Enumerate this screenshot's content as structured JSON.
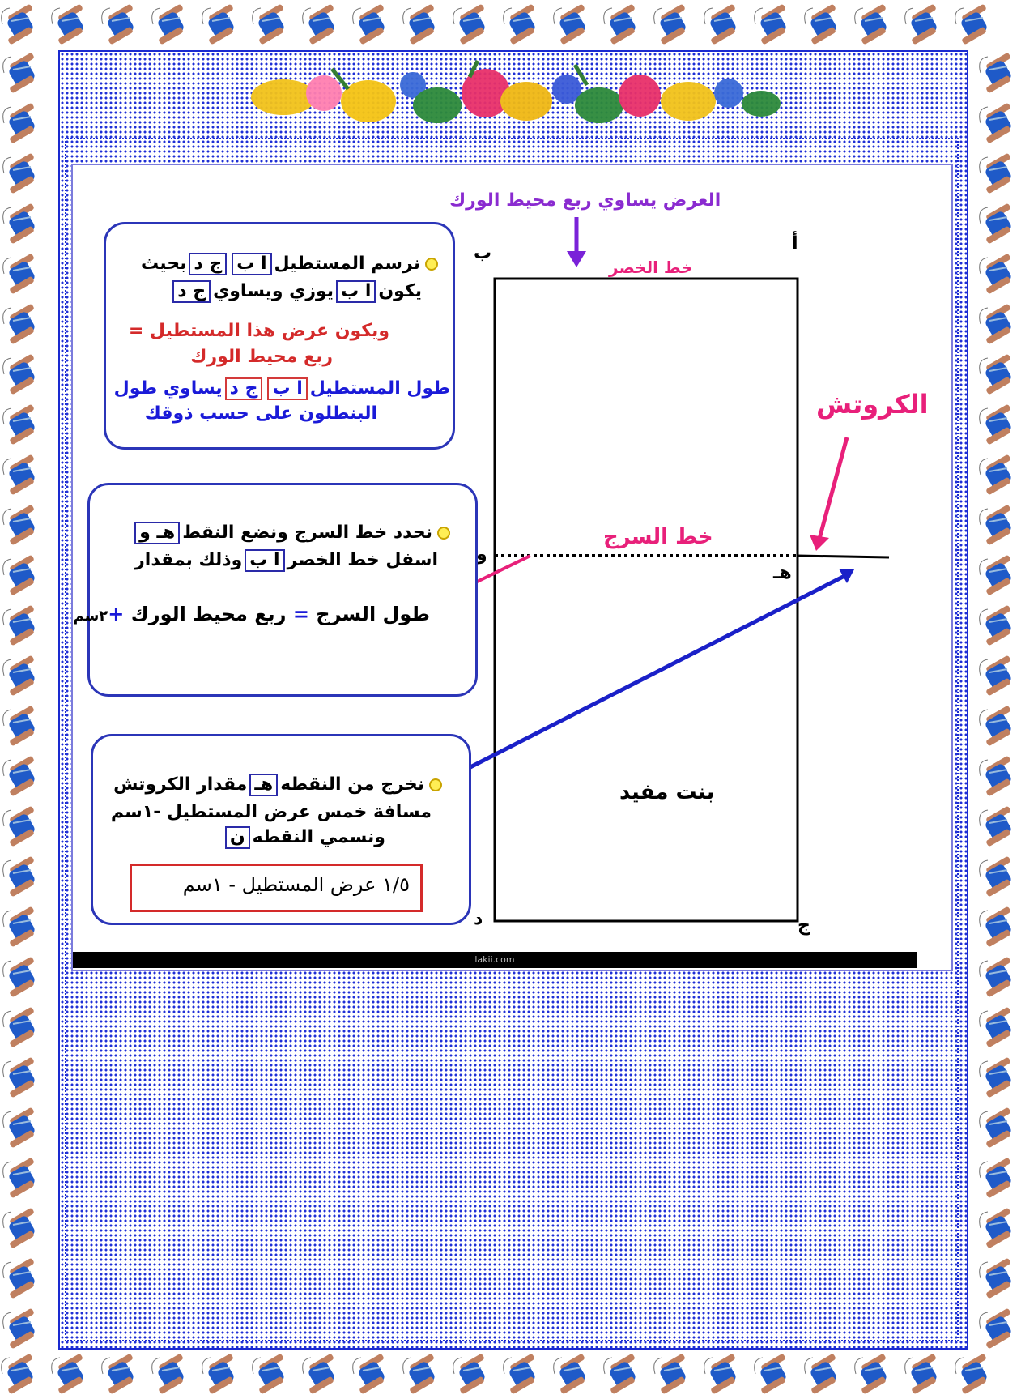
{
  "diagram": {
    "top_label": "العرض يساوي ربع محيط الورك",
    "waist_line_label": "خط الخصر",
    "crotch_line_label": "خط السرج",
    "crotch_label": "الكروتش",
    "center_label": "بنت مفيد",
    "corner_a": "أ",
    "corner_b": "ب",
    "corner_c": "ج",
    "corner_d": "د",
    "point_h": "هـ",
    "point_w": "و",
    "footer_credit": "lakii.com"
  },
  "box1": {
    "line1_prefix": "نرسم المستطيل",
    "tag_ab": "ا ب",
    "tag_jd": "ج د",
    "line1_suffix": "بحيث",
    "line2_prefix": "يكون",
    "line2_tag_ab": "ا ب",
    "line2_mid": "يوزي ويساوي",
    "line2_tag_jd": "ج د",
    "red_line1": "ويكون عرض هذا المستطيل =",
    "red_line2": "ربع محيط الورك",
    "blue_line1_prefix": "طول المستطيل",
    "blue_tag_ab": "ا ب",
    "blue_tag_jd": "ج د",
    "blue_line1_suffix": "يساوي طول",
    "blue_line2": "البنطلون على حسب ذوقك"
  },
  "box2": {
    "line1_prefix": "نحدد خط السرج ونضع النقط",
    "tag_hw": "هـ و",
    "line2_prefix": "اسفل خط الخصر",
    "tag_ab": "ا ب",
    "line2_suffix": "وذلك بمقدار",
    "formula_prefix": "طول السرج",
    "formula_eq": "=",
    "formula_mid": "ربع محيط الورك",
    "formula_plus": "+",
    "formula_suffix": "٢سم"
  },
  "box3": {
    "line1_prefix": "نخرج من النقطه",
    "tag_h": "هـ",
    "line1_suffix": "مقدار الكروتش",
    "line2": "مسافة خمس عرض المستطيل -١سم",
    "line3_prefix": "ونسمي النقطه",
    "tag_n": "ن",
    "formula": "١/٥ عرض المستطيل - ١سم"
  },
  "colors": {
    "box_border": "#2b35b8",
    "red_text": "#d42a2a",
    "blue_text": "#1a1ad8",
    "purple_text": "#8a2bd0",
    "pink": "#e8207a",
    "arrow_blue": "#1a20c8",
    "arrow_purple": "#7a22d8"
  }
}
